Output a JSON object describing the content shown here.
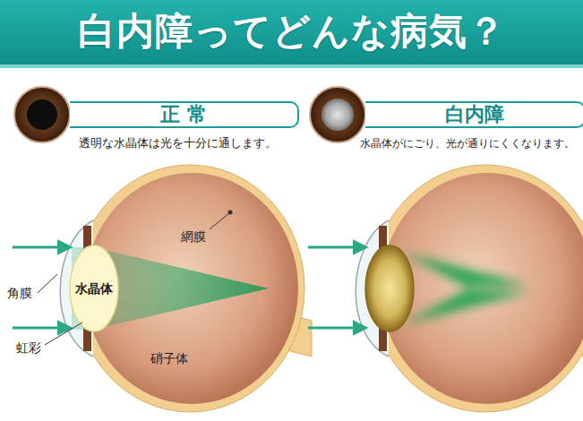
{
  "diagram": {
    "title": "白内障ってどんな病気？",
    "nodes": [
      {
        "text": [
          "正 常",
          "透明な水晶体は光を十分に通します。"
        ]
      },
      {
        "text": [
          "白内障",
          "水晶体がにごり、光が通りにくくなります。"
        ]
      }
    ],
    "labels": [
      "網膜",
      "水晶体",
      "角膜",
      "虹彩",
      "硝子体"
    ]
  }
}
